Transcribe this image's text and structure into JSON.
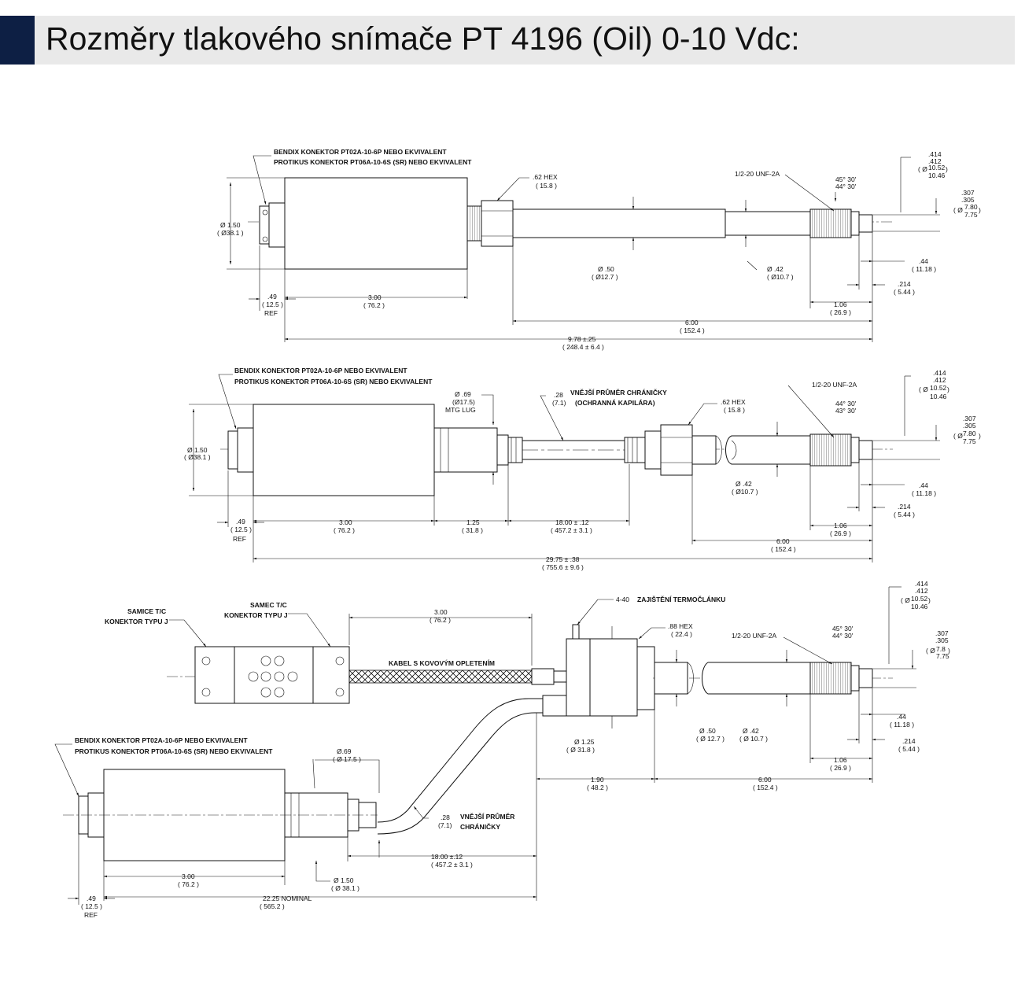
{
  "header": {
    "title": "Rozměry tlakového snímače PT 4196 (Oil) 0-10 Vdc:",
    "accent_color": "#0d1f44",
    "bar_color": "#e9e9e9"
  },
  "view1": {
    "connector_note_1": "BENDIX KONEKTOR PT02A-10-6P NEBO EKVIVALENT",
    "connector_note_2": "PROTIKUS KONEKTOR PT06A-10-6S (SR) NEBO EKVIVALENT",
    "hex": ".62 HEX",
    "hex_mm": "( 15.8 )",
    "thread": "1/2-20 UNF-2A",
    "angle_1": "45° 30'",
    "angle_2": "44° 30'",
    "d414": ".414",
    "d412": ".412",
    "d1052_prefix": "( Ø",
    "d1052": "10.52",
    "d1046": "10.46",
    "d1046_suffix": ")",
    "d307": ".307",
    "d305": ".305",
    "d780_prefix": "( Ø",
    "d780": "7.80",
    "d775": "7.75",
    "d780_suffix": ")",
    "dia_body": "Ø 1.50",
    "dia_body_mm": "( Ø38.1 )",
    "dia_50": "Ø .50",
    "dia_50_mm": "( Ø12.7 )",
    "dia_42": "Ø .42",
    "dia_42_mm": "( Ø10.7 )",
    "len_44": ".44",
    "len_44_mm": "( 11.18 )",
    "len_214": ".214",
    "len_214_mm": "( 5.44 )",
    "len_49": ".49",
    "len_49_mm": "( 12.5 )",
    "ref": "REF",
    "len_300": "3.00",
    "len_300_mm": "( 76.2 )",
    "len_106": "1.06",
    "len_106_mm": "( 26.9 )",
    "len_600": "6.00",
    "len_600_mm": "( 152.4 )",
    "len_total": "9.78 ±.25",
    "len_total_mm": "( 248.4 ± 6.4 )"
  },
  "view2": {
    "connector_note_1": "BENDIX KONEKTOR PT02A-10-6P NEBO EKVIVALENT",
    "connector_note_2": "PROTIKUS KONEKTOR PT06A-10-6S (SR) NEBO EKVIVALENT",
    "lug": "Ø .69",
    "lug_mm": "(Ø17.5)",
    "lug_label": "MTG LUG",
    "cap": ".28",
    "cap_mm": "(7.1)",
    "cap_note_1": "VNĚJŠÍ PRŮMĚR CHRÁNIČKY",
    "cap_note_2": "(OCHRANNÁ KAPILÁRA)",
    "hex": ".62 HEX",
    "hex_mm": "( 15.8 )",
    "thread": "1/2-20 UNF-2A",
    "angle_1": "44° 30'",
    "angle_2": "43° 30'",
    "d414": ".414",
    "d412": ".412",
    "d1052_prefix": "( Ø",
    "d1052": "10.52",
    "d1046": "10.46",
    "d1046_suffix": ")",
    "d307": ".307",
    "d305": ".305",
    "d780_prefix": "( Ø",
    "d780": "7.80",
    "d775": "7.75",
    "d780_suffix": ")",
    "dia_body": "Ø 1.50",
    "dia_body_mm": "( Ø38.1 )",
    "dia_42": "Ø .42",
    "dia_42_mm": "( Ø10.7 )",
    "len_44": ".44",
    "len_44_mm": "( 11.18 )",
    "len_214": ".214",
    "len_214_mm": "( 5.44 )",
    "len_49": ".49",
    "len_49_mm": "( 12.5 )",
    "ref": "REF",
    "len_300": "3.00",
    "len_300_mm": "( 76.2 )",
    "len_125": "1.25",
    "len_125_mm": "( 31.8 )",
    "len_1800": "18.00 ± .12",
    "len_1800_mm": "( 457.2 ± 3.1 )",
    "len_106": "1.06",
    "len_106_mm": "( 26.9 )",
    "len_600": "6.00",
    "len_600_mm": "( 152.4 )",
    "len_total": "29.75 ± .38",
    "len_total_mm": "( 755.6 ± 9.6 )"
  },
  "view3": {
    "female_1": "SAMICE T/C",
    "female_2": "KONEKTOR TYPU J",
    "male_1": "SAMEC T/C",
    "male_2": "KONEKTOR TYPU J",
    "len_300_top": "3.00",
    "len_300_top_mm": "( 76.2 )",
    "cable": "KABEL S KOVOVÝM OPLETENÍM",
    "screw": "4-40",
    "screw_note": "ZAJIŠTĚNÍ TERMOČLÁNKU",
    "hex": ".88 HEX",
    "hex_mm": "( 22.4 )",
    "thread": "1/2-20 UNF-2A",
    "angle_1": "45° 30'",
    "angle_2": "44° 30'",
    "d414": ".414",
    "d412": ".412",
    "d1052_prefix": "( Ø",
    "d1052": "10.52",
    "d1046": "10.46",
    "d1046_suffix": ")",
    "d307": ".307",
    "d305": ".305",
    "d780_prefix": "( Ø",
    "d780": "7.8",
    "d775": "7.75",
    "d780_suffix": ")",
    "dia_50": "Ø .50",
    "dia_50_mm": "( Ø 12.7 )",
    "dia_42": "Ø .42",
    "dia_42_mm": "( Ø 10.7 )",
    "len_44": ".44",
    "len_44_mm": "( 11.18 )",
    "len_214": ".214",
    "len_214_mm": "( 5.44 )",
    "dia_125": "Ø 1.25",
    "dia_125_mm": "( Ø 31.8 )",
    "len_106": "1.06",
    "len_106_mm": "( 26.9 )",
    "len_190": "1.90",
    "len_190_mm": "( 48.2 )",
    "len_600": "6.00",
    "len_600_mm": "( 152.4 )",
    "connector_note_1": "BENDIX KONEKTOR PT02A-10-6P NEBO EKVIVALENT",
    "connector_note_2": "PROTIKUS KONEKTOR PT06A-10-6S (SR) NEBO EKVIVALENT",
    "lug": "Ø.69",
    "lug_mm": "( Ø 17.5 )",
    "cap": ".28",
    "cap_mm": "(7.1)",
    "cap_note_1": "VNĚJŠÍ PRŮMĚR",
    "cap_note_2": "CHRÁNIČKY",
    "len_1800": "18.00  ±.12",
    "len_1800_mm": "( 457.2 ± 3.1 )",
    "len_300": "3.00",
    "len_300_mm": "( 76.2 )",
    "dia_150": "Ø 1.50",
    "dia_150_mm": "( Ø 38.1 )",
    "len_49": ".49",
    "len_49_mm": "( 12.5 )",
    "ref": "REF",
    "len_total": "22.25  NOMINAL",
    "len_total_mm": "( 565.2 )"
  }
}
